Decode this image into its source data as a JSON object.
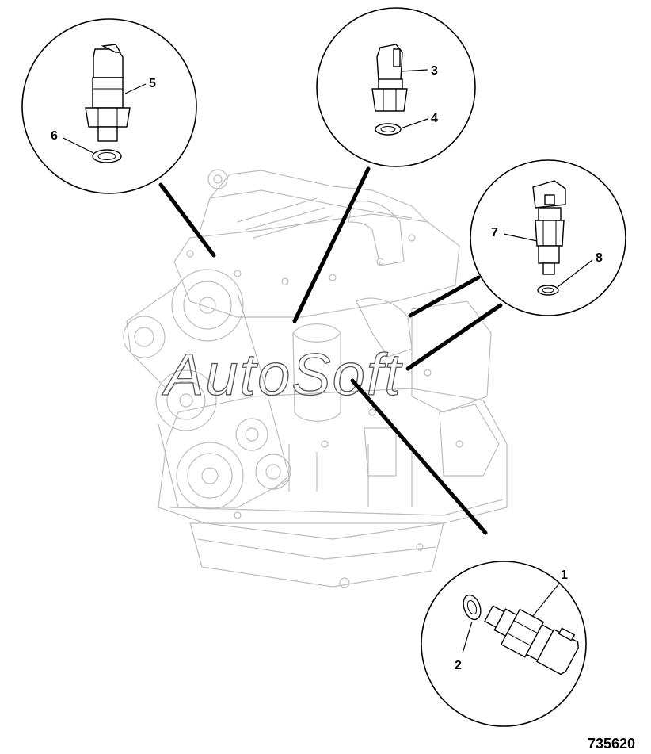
{
  "callouts": {
    "c1": "1",
    "c2": "2",
    "c3": "3",
    "c4": "4",
    "c5": "5",
    "c6": "6",
    "c7": "7",
    "c8": "8"
  },
  "watermark": "AutoSoft",
  "figure_number": "735620",
  "colors": {
    "line": "#000000",
    "engine": "#bdbdbd",
    "background": "#ffffff"
  }
}
